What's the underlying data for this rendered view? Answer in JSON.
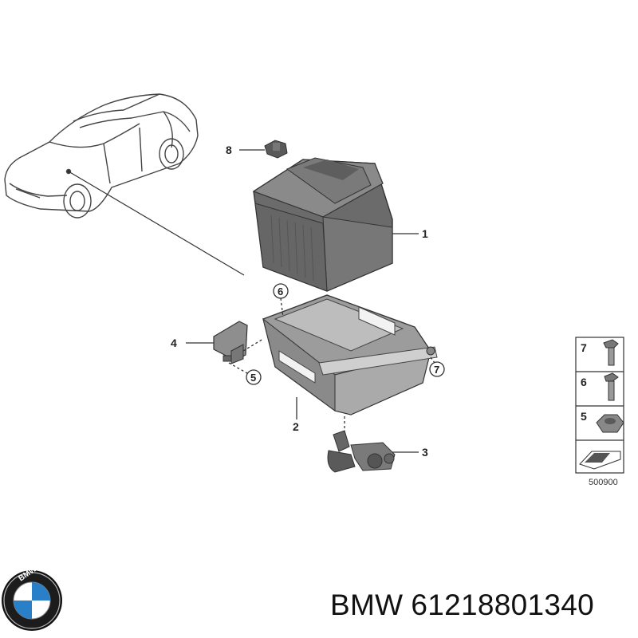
{
  "callouts": {
    "c1": "1",
    "c2": "2",
    "c3": "3",
    "c4": "4",
    "c5": "5",
    "c6": "6",
    "c7": "7",
    "c8": "8"
  },
  "legend": {
    "items": [
      "7",
      "6",
      "5"
    ],
    "ref_number": "500900"
  },
  "logo": {
    "text": "BMW"
  },
  "caption": {
    "brand": "BMW",
    "part_number": "61218801340"
  }
}
